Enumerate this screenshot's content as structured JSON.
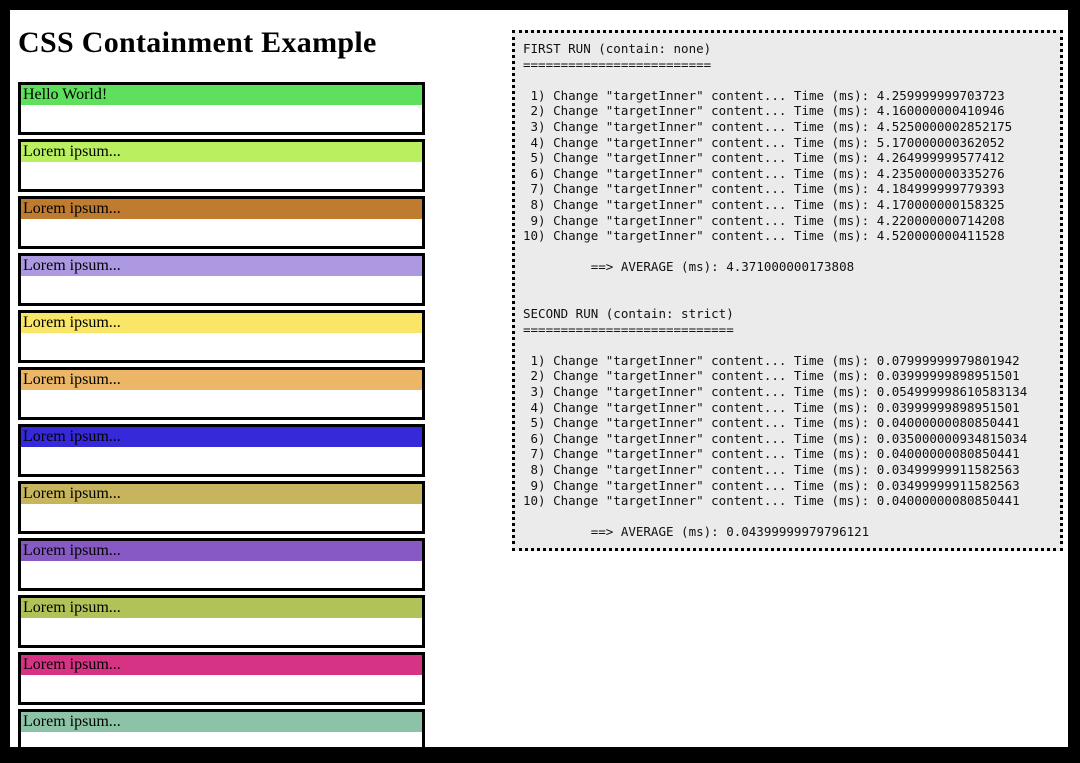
{
  "page": {
    "title": "CSS Containment Example"
  },
  "boxes": {
    "items": [
      {
        "label": "Hello World!",
        "color": "#5ee05c"
      },
      {
        "label": "Lorem ipsum...",
        "color": "#baf060"
      },
      {
        "label": "Lorem ipsum...",
        "color": "#bf7c30"
      },
      {
        "label": "Lorem ipsum...",
        "color": "#ac99e2"
      },
      {
        "label": "Lorem ipsum...",
        "color": "#f9e566"
      },
      {
        "label": "Lorem ipsum...",
        "color": "#ebb767"
      },
      {
        "label": "Lorem ipsum...",
        "color": "#3629d9"
      },
      {
        "label": "Lorem ipsum...",
        "color": "#c7b55d"
      },
      {
        "label": "Lorem ipsum...",
        "color": "#8659c4"
      },
      {
        "label": "Lorem ipsum...",
        "color": "#b1c258"
      },
      {
        "label": "Lorem ipsum...",
        "color": "#d73384"
      },
      {
        "label": "Lorem ipsum...",
        "color": "#8cc3a6"
      }
    ]
  },
  "benchmark": {
    "panel_bg": "#ebebeb",
    "border_color": "#000000",
    "row_label": "Change \"targetInner\" content...",
    "time_label": "Time (ms):",
    "average_label": "==> AVERAGE (ms):",
    "runs": [
      {
        "title": "FIRST RUN (contain: none)",
        "ruler": "=========================",
        "times": [
          "4.259999999703723",
          "4.160000000410946",
          "4.5250000002852175",
          "5.170000000362052",
          "4.264999999577412",
          "4.235000000335276",
          "4.184999999779393",
          "4.170000000158325",
          "4.220000000714208",
          "4.520000000411528"
        ],
        "average": "4.371000000173808"
      },
      {
        "title": "SECOND RUN (contain: strict)",
        "ruler": "============================",
        "times": [
          "0.07999999979801942",
          "0.03999999898951501",
          "0.054999998610583134",
          "0.03999999898951501",
          "0.04000000080850441",
          "0.035000000934815034",
          "0.04000000080850441",
          "0.03499999911582563",
          "0.03499999911582563",
          "0.04000000080850441"
        ],
        "average": "0.04399999979796121"
      }
    ]
  }
}
